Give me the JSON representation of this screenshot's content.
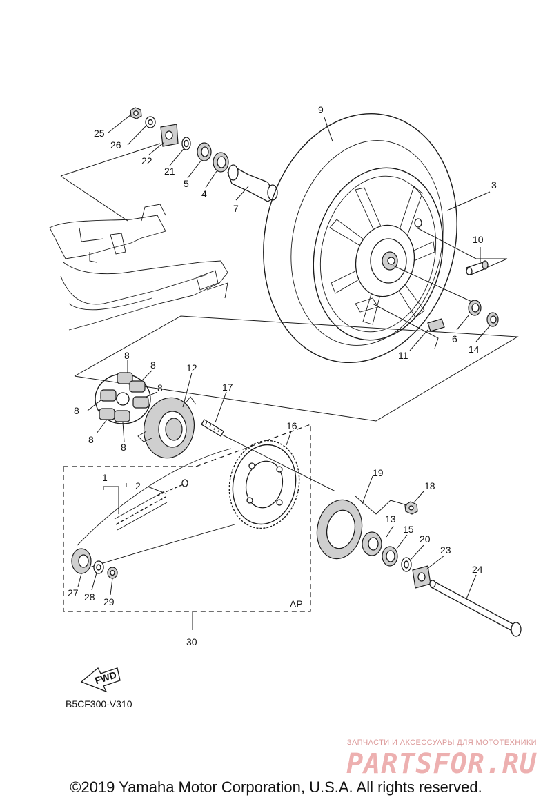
{
  "diagram_code": "B5CF300-V310",
  "fwd_label": "FWD",
  "ap_label": "AP",
  "copyright": "©2019 Yamaha Motor Corporation, U.S.A. All rights reserved.",
  "watermark": {
    "tagline": "ЗАПЧАСТИ И АКСЕССУАРЫ ДЛЯ МОТОТЕХНИКИ",
    "logo": "PARTSFOR.RU"
  },
  "callouts": {
    "p1": "1",
    "p2": "2",
    "p3": "3",
    "p4": "4",
    "p5": "5",
    "p6": "6",
    "p7": "7",
    "p8": "8",
    "p9": "9",
    "p10": "10",
    "p11": "11",
    "p12": "12",
    "p13": "13",
    "p14": "14",
    "p15": "15",
    "p16": "16",
    "p17": "17",
    "p18": "18",
    "p19": "19",
    "p20": "20",
    "p21": "21",
    "p22": "22",
    "p23": "23",
    "p24": "24",
    "p25": "25",
    "p26": "26",
    "p27": "27",
    "p28": "28",
    "p29": "29",
    "p30": "30"
  }
}
